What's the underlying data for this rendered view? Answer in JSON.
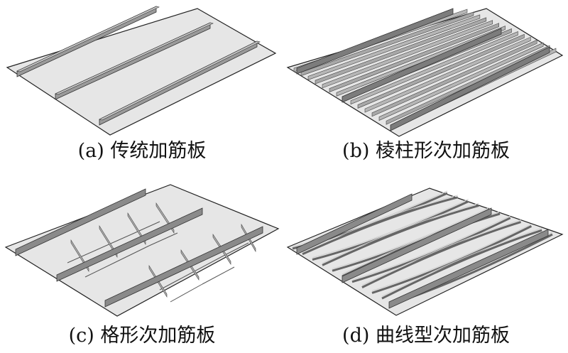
{
  "panels": [
    {
      "id": "a",
      "caption": "(a) 传统加筋板"
    },
    {
      "id": "b",
      "caption": "(b) 棱柱形次加筋板"
    },
    {
      "id": "c",
      "caption": "(c) 格形次加筋板"
    },
    {
      "id": "d",
      "caption": "(d) 曲线型次加筋板"
    }
  ],
  "colors": {
    "plate_fill": "#e6e6e6",
    "plate_edge": "#222222",
    "stiffener_face": "#9a9a9a",
    "stiffener_dark": "#6e6e6e",
    "stiffener_light": "#c4c4c4",
    "minor_line": "#555555"
  }
}
